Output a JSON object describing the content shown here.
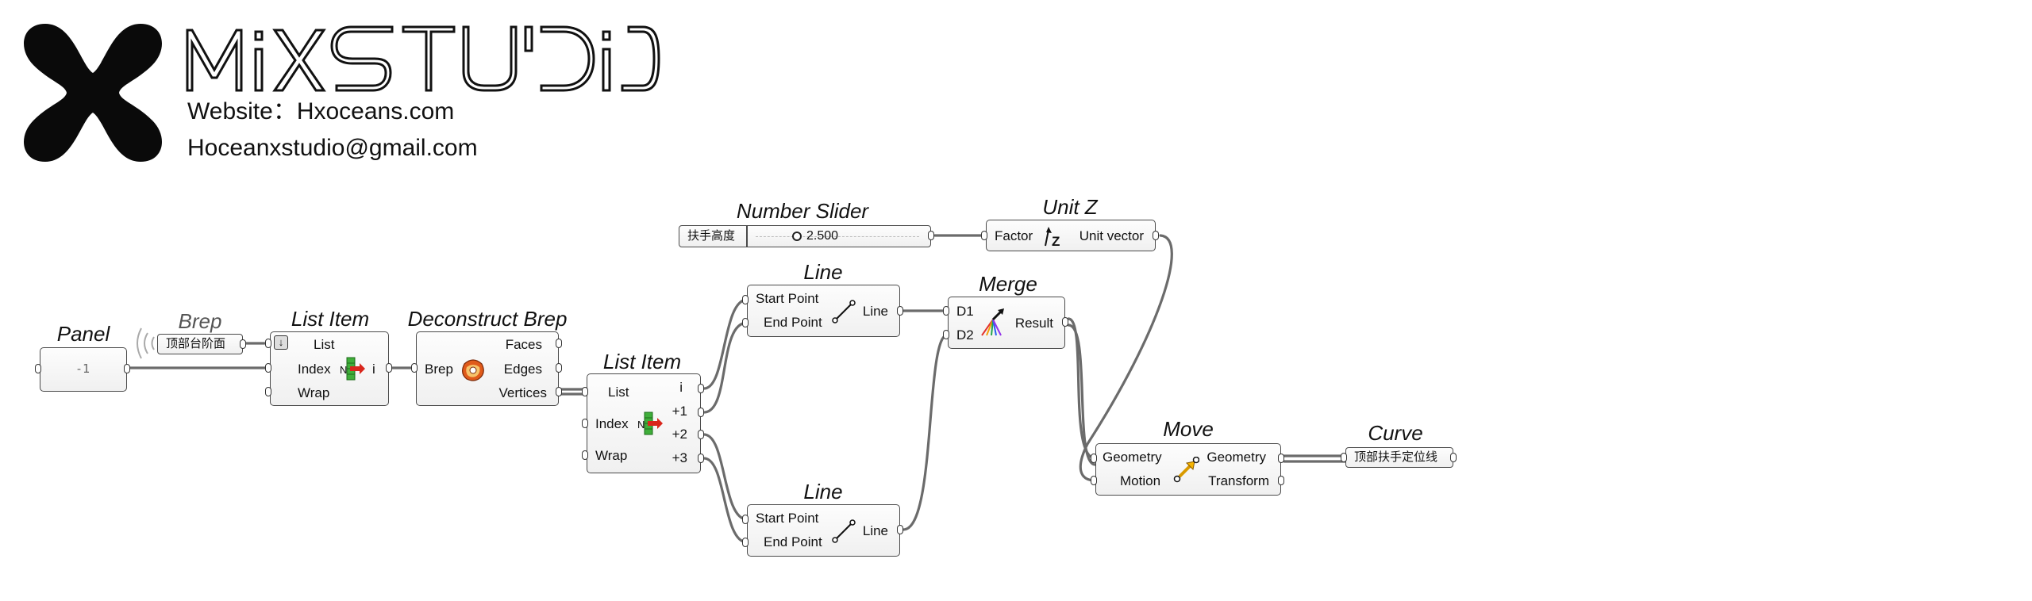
{
  "brand": {
    "logo_text": "MiXSTUDiO",
    "website": "Website：Hxoceans.com",
    "email": "Hoceanxstudio@gmail.com"
  },
  "nodes": {
    "panel": {
      "title": "Panel",
      "value": "-1"
    },
    "brep": {
      "title": "Brep",
      "value": "顶部台阶面"
    },
    "list_item_1": {
      "title": "List Item",
      "inputs": [
        "List",
        "Index",
        "Wrap"
      ],
      "outputs": [
        "i"
      ]
    },
    "deconstruct_brep": {
      "title": "Deconstruct Brep",
      "inputs": [
        "Brep"
      ],
      "outputs": [
        "Faces",
        "Edges",
        "Vertices"
      ]
    },
    "list_item_2": {
      "title": "List Item",
      "inputs": [
        "List",
        "Index",
        "Wrap"
      ],
      "outputs": [
        "i",
        "+1",
        "+2",
        "+3"
      ]
    },
    "number_slider": {
      "title": "Number Slider",
      "name": "扶手高度",
      "value": "2.500"
    },
    "unit_z": {
      "title": "Unit Z",
      "inputs": [
        "Factor"
      ],
      "outputs": [
        "Unit vector"
      ]
    },
    "line_1": {
      "title": "Line",
      "inputs": [
        "Start Point",
        "End Point"
      ],
      "outputs": [
        "Line"
      ]
    },
    "line_2": {
      "title": "Line",
      "inputs": [
        "Start Point",
        "End Point"
      ],
      "outputs": [
        "Line"
      ]
    },
    "merge": {
      "title": "Merge",
      "inputs": [
        "D1",
        "D2"
      ],
      "outputs": [
        "Result"
      ]
    },
    "move": {
      "title": "Move",
      "inputs": [
        "Geometry",
        "Motion"
      ],
      "outputs": [
        "Geometry",
        "Transform"
      ]
    },
    "curve": {
      "title": "Curve",
      "value": "顶部扶手定位线"
    }
  },
  "colors": {
    "wire": "#6b6b6b",
    "node_border": "#4a4a4a",
    "index_icon_green": "#3fae3a",
    "index_icon_red": "#d9261c"
  },
  "icons": [
    "x-logo-icon",
    "index-icon",
    "brep-icon",
    "vector-z-icon",
    "merge-icon",
    "move-icon",
    "line-icon",
    "brep-param-icon",
    "panel-icon"
  ]
}
